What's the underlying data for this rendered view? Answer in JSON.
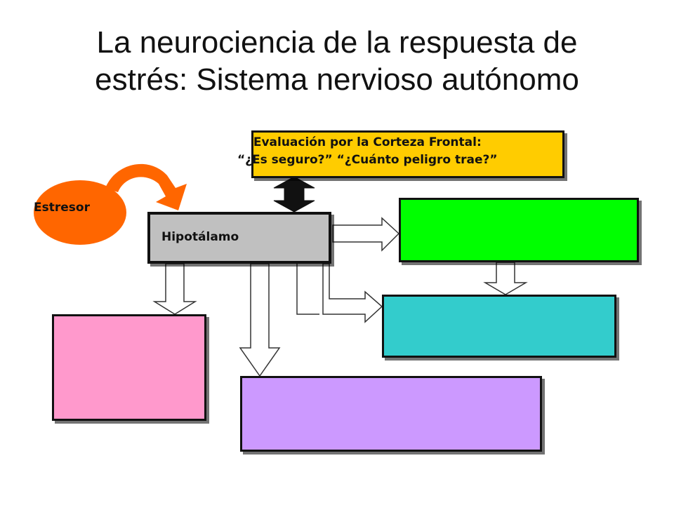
{
  "slide": {
    "title_line1": "La neurociencia de la respuesta de",
    "title_line2": "estrés: Sistema nervioso autónomo"
  },
  "diagram": {
    "stressor_label": "Estresor",
    "hypothalamus_label": "Hipotálamo",
    "cortex_line1": "Evaluación por la Corteza Frontal:",
    "cortex_line2": "“¿Es seguro?” “¿Cuánto peligro trae?”"
  },
  "colors": {
    "stressor": "#ff6600",
    "hypothalamus": "#c0c0c0",
    "cortex": "#ffcc00",
    "green_box": "#00ff00",
    "teal_box": "#33cccc",
    "pink_box": "#ff99cc",
    "purple_box": "#cc99ff"
  }
}
